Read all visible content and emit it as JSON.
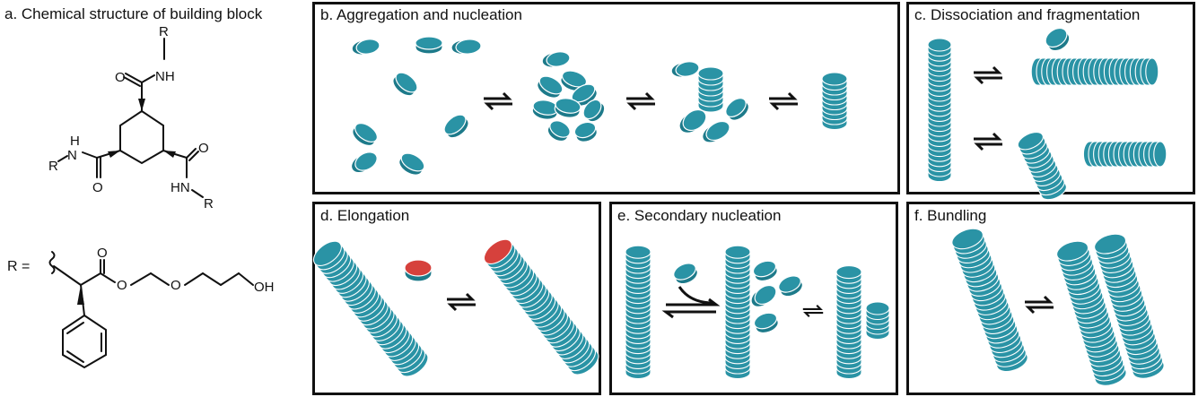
{
  "panels": {
    "a": {
      "title": "a. Chemical structure of building block",
      "r_equals": "R ="
    },
    "b": {
      "title": "b. Aggregation and nucleation"
    },
    "c": {
      "title": "c. Dissociation and fragmentation"
    },
    "d": {
      "title": "d. Elongation"
    },
    "e": {
      "title": "e. Secondary nucleation"
    },
    "f": {
      "title": "f. Bundling"
    }
  },
  "atoms": {
    "R": "R",
    "NH": "NH",
    "H": "H",
    "N": "N",
    "O": "O",
    "HN": "HN",
    "OH": "OH"
  },
  "colors": {
    "teal": "#2a93a5",
    "teal_dark": "#1d7a8a",
    "red": "#d6413c",
    "outline": "#ffffff",
    "ink": "#111111"
  }
}
